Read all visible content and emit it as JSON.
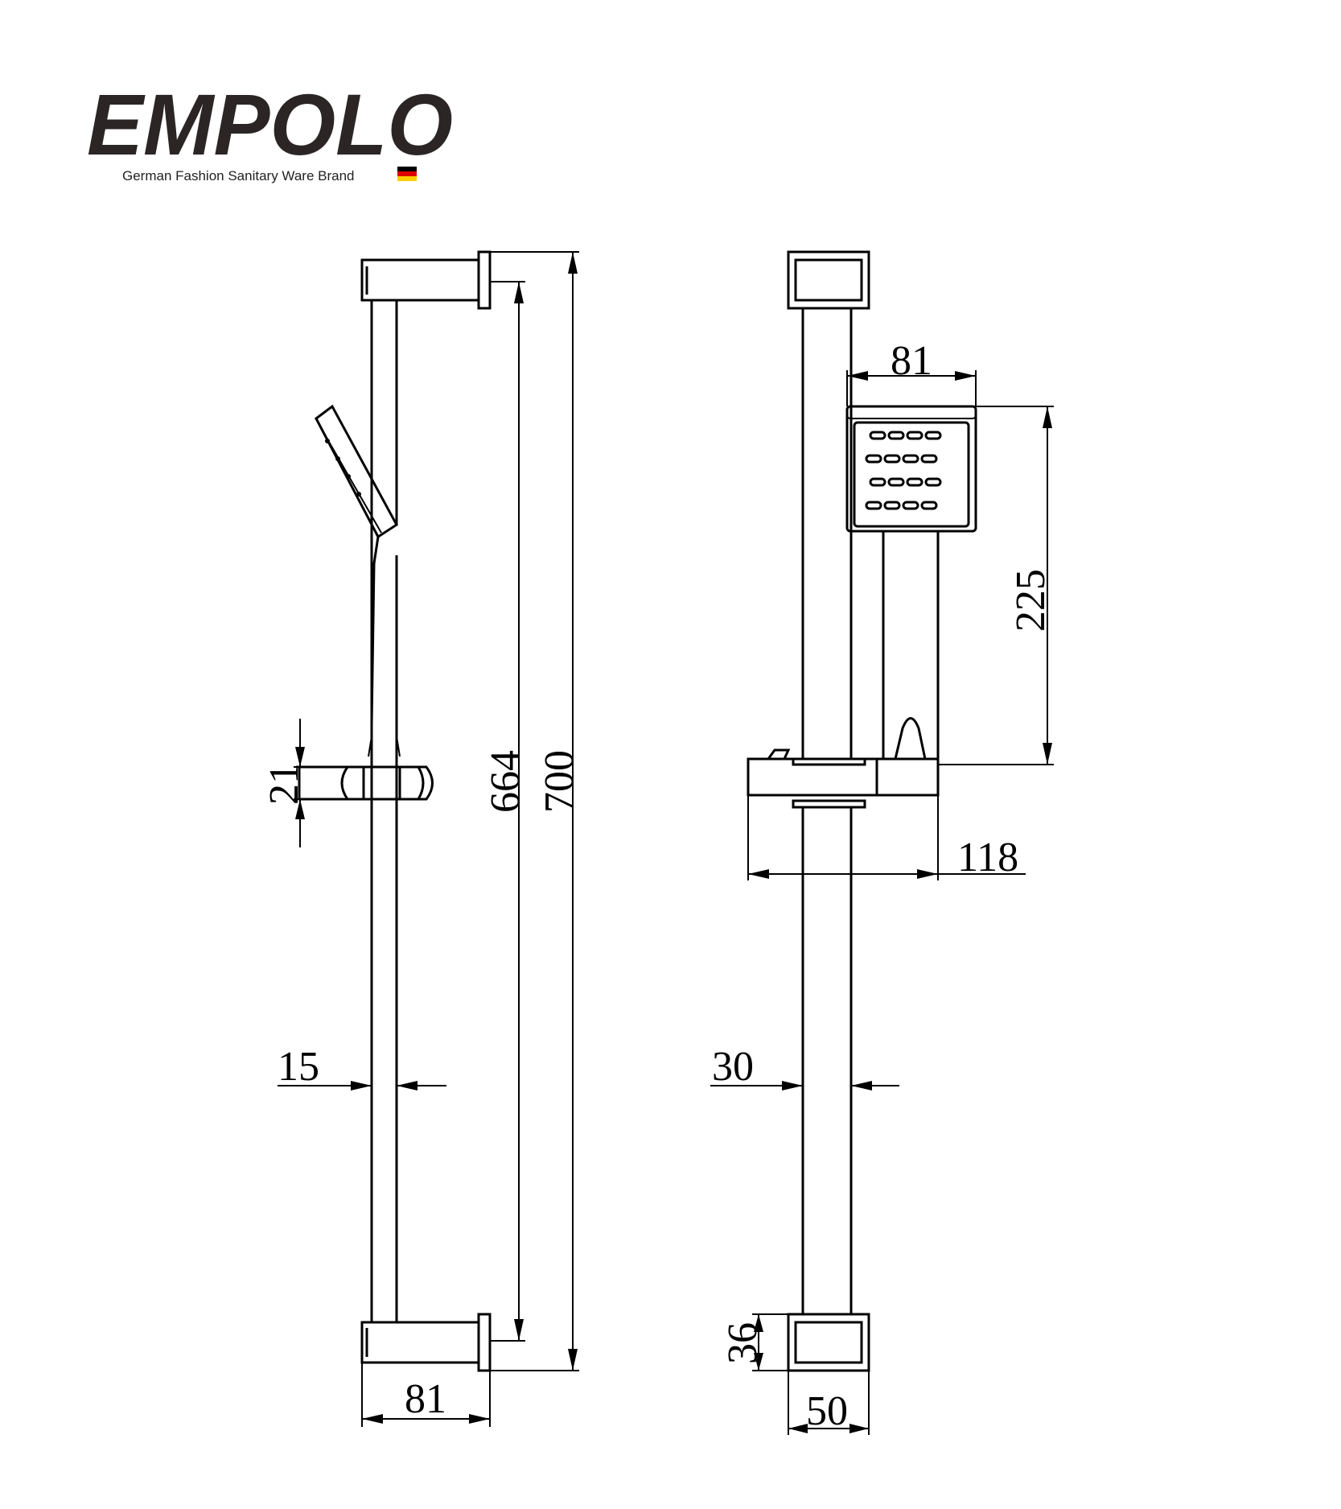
{
  "brand": {
    "name": "EMPOLO",
    "tagline": "German Fashion Sanitary Ware Brand",
    "flag_colors": [
      "#000000",
      "#dd0000",
      "#ffce00"
    ]
  },
  "side_view": {
    "dim_overall_height": "700",
    "dim_bracket_spacing": "664",
    "dim_holder_height": "21",
    "dim_rail_width": "15",
    "dim_bracket_depth": "81"
  },
  "front_view": {
    "dim_head_width": "81",
    "dim_head_height": "225",
    "dim_holder_projection": "118",
    "dim_rail_width": "30",
    "dim_bracket_height": "36",
    "dim_bracket_width": "50"
  }
}
